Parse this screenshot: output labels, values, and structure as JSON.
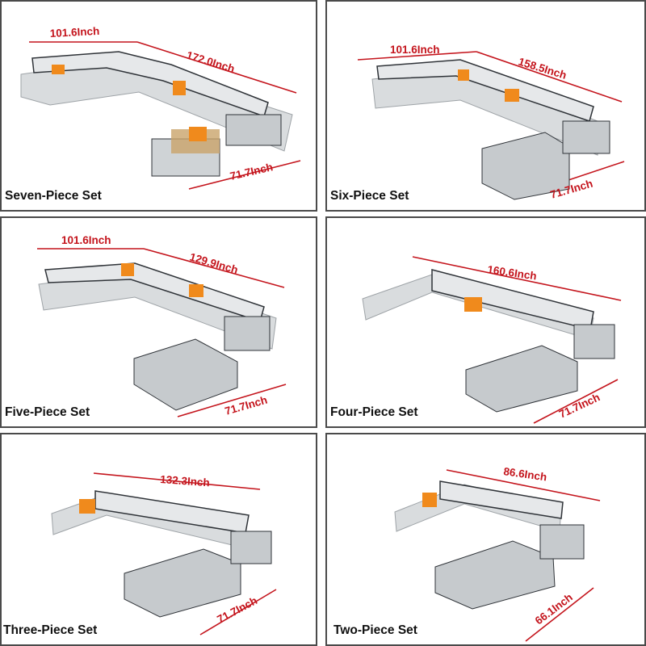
{
  "panels": [
    {
      "label": "Seven-Piece Set",
      "dims": [
        "101.6Inch",
        "172.0Inch",
        "71.7Inch"
      ]
    },
    {
      "label": "Six-Piece Set",
      "dims": [
        "101.6Inch",
        "158.5Inch",
        "71.7Inch"
      ]
    },
    {
      "label": "Five-Piece Set",
      "dims": [
        "101.6Inch",
        "129.9Inch",
        "71.7Inch"
      ]
    },
    {
      "label": "Four-Piece Set",
      "dims": [
        "160.6Inch",
        "71.7Inch"
      ]
    },
    {
      "label": "Three-Piece Set",
      "dims": [
        "132.3Inch",
        "71.7Inch"
      ]
    },
    {
      "label": "Two-Piece Set",
      "dims": [
        "86.6Inch",
        "66.1Inch"
      ]
    }
  ],
  "colors": {
    "sofa": "#d9dcde",
    "sofa_shadow": "#b9bdc0",
    "piping": "#2f3338",
    "pillow_orange": "#f08a1c",
    "dimension_red": "#c4141c",
    "border": "#4a4a4a"
  }
}
